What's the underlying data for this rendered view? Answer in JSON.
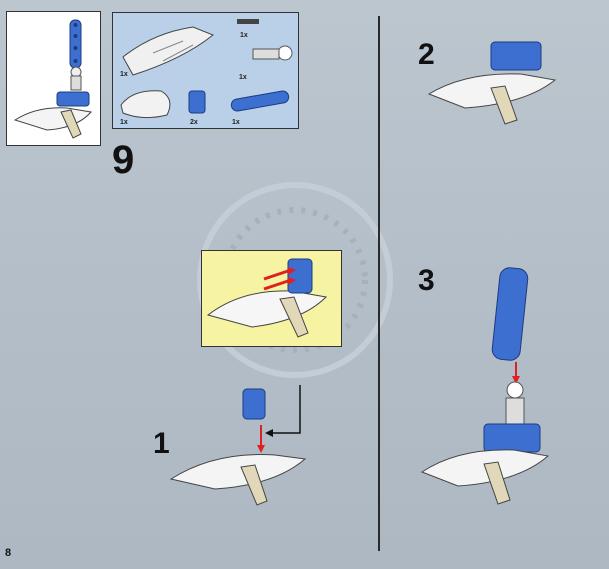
{
  "step": {
    "number": "9",
    "substeps": [
      "1",
      "2",
      "3"
    ]
  },
  "parts_list": {
    "items": [
      {
        "name": "blade-wing",
        "qty": "1x"
      },
      {
        "name": "pin-connector",
        "qty": "1x"
      },
      {
        "name": "ball-joint",
        "qty": "1x"
      },
      {
        "name": "shell-piece",
        "qty": "1x"
      },
      {
        "name": "blue-double-connector",
        "qty": "2x"
      },
      {
        "name": "blue-beam",
        "qty": "1x"
      }
    ]
  },
  "page": {
    "number": "8"
  },
  "colors": {
    "background": "#b4bec8",
    "parts_box": "#b9d0e8",
    "callout": "#f6f3a3",
    "lego_blue": "#3d6fd0",
    "arrow_red": "#e02020"
  }
}
